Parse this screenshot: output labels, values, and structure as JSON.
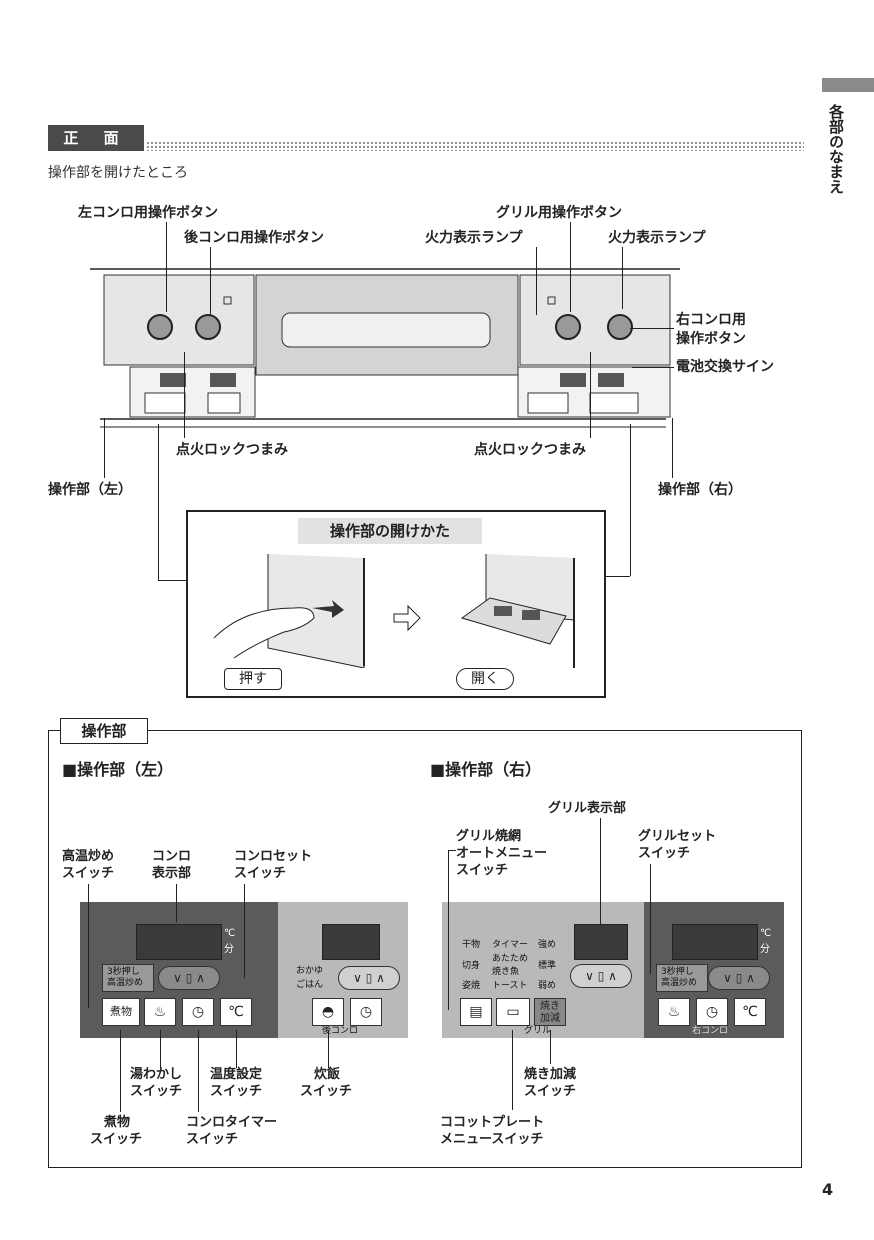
{
  "sidebar": {
    "tab_text": "各部のなまえ",
    "page_number": "4"
  },
  "section": {
    "tag": "正 面",
    "subtitle": "操作部を開けたところ"
  },
  "front_labels": {
    "left_knob": "左コンロ用操作ボタン",
    "rear_knob": "後コンロ用操作ボタン",
    "grill_knob": "グリル用操作ボタン",
    "flame_lamp_left": "火力表示ランプ",
    "flame_lamp_right": "火力表示ランプ",
    "right_knob_line1": "右コンロ用",
    "right_knob_line2": "操作ボタン",
    "battery_sign": "電池交換サイン",
    "lock_knob_left": "点火ロックつまみ",
    "lock_knob_right": "点火ロックつまみ",
    "panel_left": "操作部（左）",
    "panel_right": "操作部（右）"
  },
  "howto": {
    "title": "操作部の開けかた",
    "push": "押す",
    "open": "開く"
  },
  "panel_section": {
    "tag": "操作部",
    "left_heading": "■操作部（左）",
    "right_heading": "■操作部（右）",
    "left": {
      "high_temp_label_1": "高温炒め",
      "high_temp_label_2": "スイッチ",
      "konro_disp_1": "コンロ",
      "konro_disp_2": "表示部",
      "konro_set_1": "コンロセット",
      "konro_set_2": "スイッチ",
      "panel_unit": "℃",
      "panel_unit2": "分",
      "hold3": "3秒押し",
      "high_temp_btn": "高温炒め",
      "nimono_btn": "煮物",
      "celsius_btn": "℃",
      "okayu": "おかゆ",
      "gohan": "ごはん",
      "rear_konro": "後コンロ",
      "yuwakashi_1": "湯わかし",
      "yuwakashi_2": "スイッチ",
      "ondo_1": "温度設定",
      "ondo_2": "スイッチ",
      "suihan_1": "炊飯",
      "suihan_2": "スイッチ",
      "nimono_1": "煮物",
      "nimono_2": "スイッチ",
      "timer_1": "コンロタイマー",
      "timer_2": "スイッチ"
    },
    "right": {
      "grill_disp": "グリル表示部",
      "grill_auto_1": "グリル焼網",
      "grill_auto_2": "オートメニュー",
      "grill_auto_3": "スイッチ",
      "grill_set_1": "グリルセット",
      "grill_set_2": "スイッチ",
      "menu_himono": "干物",
      "menu_kirimi": "切身",
      "menu_sugatayaki": "姿焼",
      "menu_timer": "タイマー",
      "menu_atatame": "あたため",
      "menu_yakizakana": "焼き魚",
      "menu_toast": "トースト",
      "level_strong": "強め",
      "level_std": "標準",
      "level_weak": "弱め",
      "yaki_btn_1": "焼き",
      "yaki_btn_2": "加減",
      "grill_small": "グリル",
      "right_konro": "右コンロ",
      "hold3": "3秒押し",
      "high_temp_btn": "高温炒め",
      "panel_unit": "℃",
      "panel_unit2": "分",
      "celsius_btn": "℃",
      "yaki_kagen_1": "焼き加減",
      "yaki_kagen_2": "スイッチ",
      "cocotte_1": "ココットプレート",
      "cocotte_2": "メニュースイッチ"
    }
  }
}
